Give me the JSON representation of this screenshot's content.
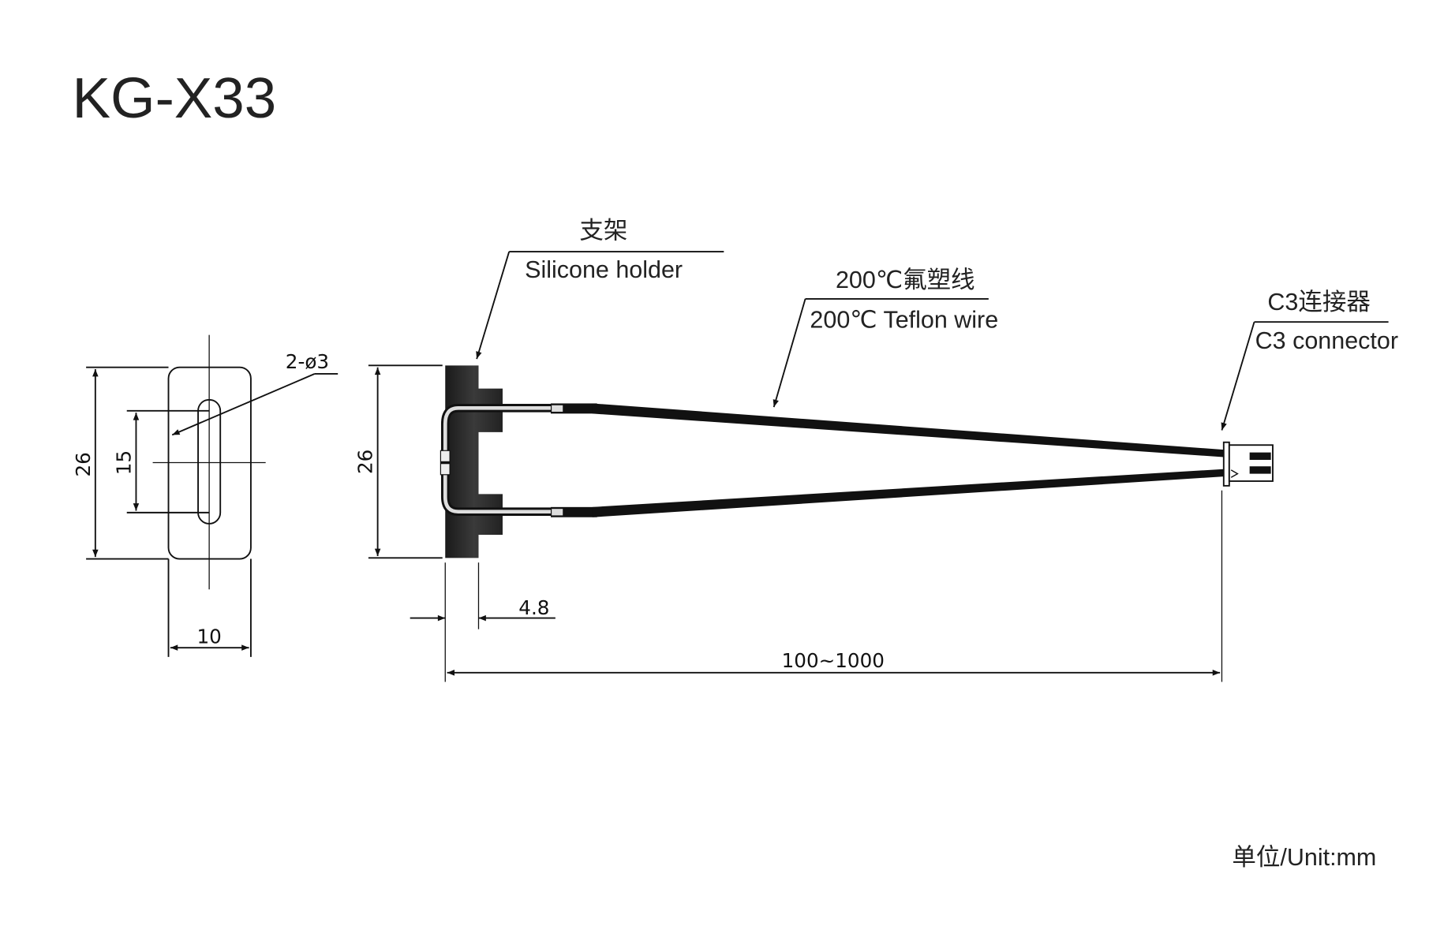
{
  "title": "KG-X33",
  "dimensions": {
    "front_height": "26",
    "hole_spacing": "15",
    "front_width": "10",
    "holes": "2-ø3",
    "side_height": "26",
    "holder_thickness": "4.8",
    "wire_length": "100~1000"
  },
  "labels": {
    "holder_cn": "支架",
    "holder_en": "Silicone holder",
    "wire_cn": "200℃氟塑线",
    "wire_en": "200℃ Teflon wire",
    "connector_cn": "C3连接器",
    "connector_en": "C3 connector"
  },
  "unit": "单位/Unit:mm"
}
